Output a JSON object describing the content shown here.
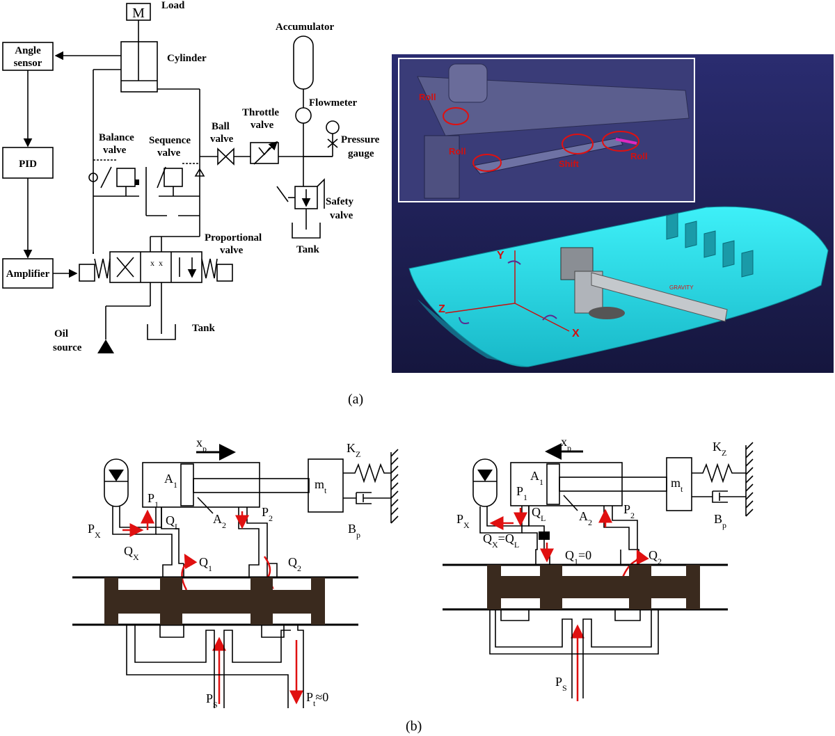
{
  "panel_a": {
    "schematic_labels": {
      "load": "Load",
      "mass_symbol": "M",
      "cylinder": "Cylinder",
      "angle_sensor_1": "Angle",
      "angle_sensor_2": "sensor",
      "pid": "PID",
      "amplifier": "Amplifier",
      "balance_valve_1": "Balance",
      "balance_valve_2": "valve",
      "sequence_valve_1": "Sequence",
      "sequence_valve_2": "valve",
      "ball_valve_1": "Ball",
      "ball_valve_2": "valve",
      "throttle_valve_1": "Throttle",
      "throttle_valve_2": "valve",
      "accumulator": "Accumulator",
      "flowmeter": "Flowmeter",
      "pressure_gauge_1": "Pressure",
      "pressure_gauge_2": "gauge",
      "safety_valve_1": "Safety",
      "safety_valve_2": "valve",
      "tank_right": "Tank",
      "proportional_valve_1": "Proportional",
      "proportional_valve_2": "valve",
      "tank_bottom": "Tank",
      "oil_source_1": "Oil",
      "oil_source_2": "source"
    },
    "model_labels": {
      "roll_1": "Roll",
      "roll_2": "Roll",
      "roll_3": "Roll",
      "shift": "Shift",
      "axis_x": "X",
      "axis_y": "Y",
      "axis_z": "Z",
      "gravity": "GRAVITY"
    },
    "caption": "(a)"
  },
  "panel_b": {
    "left": {
      "xp": "x",
      "xp_sub": "p",
      "kz": "K",
      "kz_sub": "Z",
      "mt": "m",
      "mt_sub": "t",
      "bp": "B",
      "bp_sub": "p",
      "a1": "A",
      "a1_sub": "1",
      "a2": "A",
      "a2_sub": "2",
      "p1": "P",
      "p1_sub": "1",
      "p2": "P",
      "p2_sub": "2",
      "px": "P",
      "px_sub": "X",
      "ql": "Q",
      "ql_sub": "L",
      "qx": "Q",
      "qx_sub": "X",
      "q1": "Q",
      "q1_sub": "1",
      "q2": "Q",
      "q2_sub": "2",
      "ps": "P",
      "ps_sub": "S",
      "pt": "P",
      "pt_sub": "t",
      "pt_tail": "≈0"
    },
    "right": {
      "xp": "x",
      "xp_sub": "p",
      "kz": "K",
      "kz_sub": "Z",
      "mt": "m",
      "mt_sub": "t",
      "bp": "B",
      "bp_sub": "p",
      "a1": "A",
      "a1_sub": "1",
      "a2": "A",
      "a2_sub": "2",
      "p1": "P",
      "p1_sub": "1",
      "p2": "P",
      "p2_sub": "2",
      "px": "P",
      "px_sub": "X",
      "ql": "Q",
      "ql_sub": "L",
      "qxql": "Q",
      "qxql_sub1": "X",
      "qxql_mid": "=Q",
      "qxql_sub2": "L",
      "q1": "Q",
      "q1_sub": "1",
      "q1_tail": "=0",
      "q2": "Q",
      "q2_sub": "2",
      "ps": "P",
      "ps_sub": "S"
    },
    "caption": "(b)"
  },
  "colors": {
    "flow_arrow": "#e01010",
    "spool": "#3a2a1e",
    "model_background": "#1a1b4a",
    "ship_deck": "#28e0e8"
  }
}
